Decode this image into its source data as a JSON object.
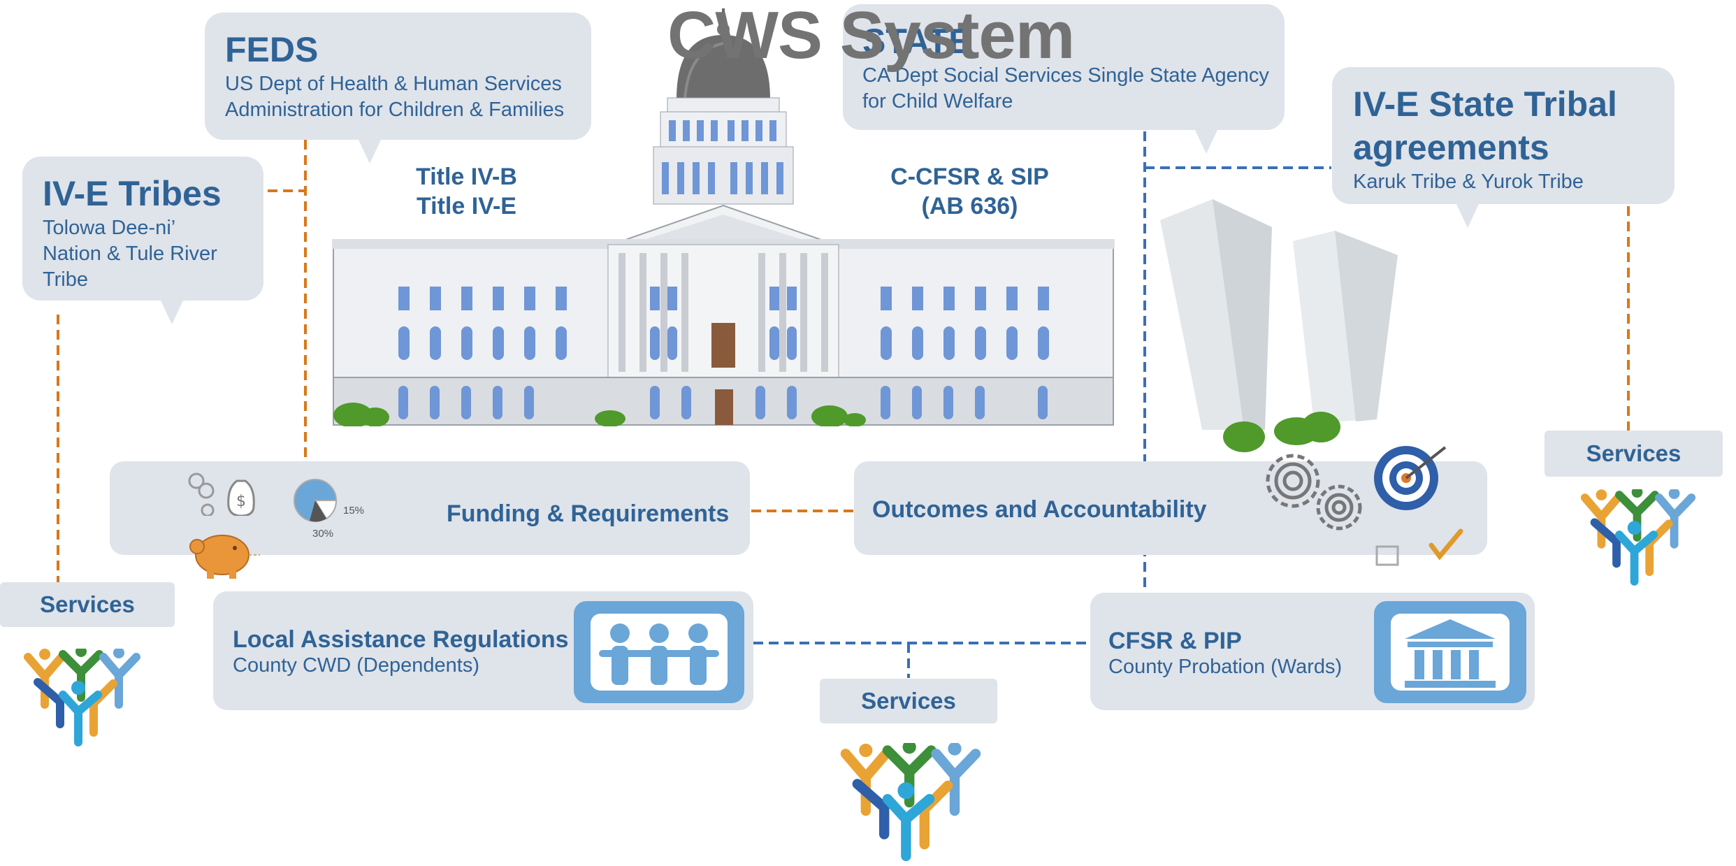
{
  "title": "CWS System",
  "feds": {
    "heading": "FEDS",
    "line1": "US Dept of Health & Human Services",
    "line2": "Administration for Children & Families"
  },
  "state": {
    "heading": "STATE",
    "line1": "CA Dept Social Services Single State Agency",
    "line2": "for Child Welfare"
  },
  "tribes": {
    "heading": "IV-E Tribes",
    "line1": "Tolowa Dee-ni’",
    "line2": "Nation & Tule River",
    "line3": "Tribe"
  },
  "tribal_agreements": {
    "heading1": "IV-E State Tribal",
    "heading2": "agreements",
    "line1": "Karuk Tribe & Yurok Tribe"
  },
  "titles": {
    "line1": "Title IV-B",
    "line2": "Title IV-E"
  },
  "ccfsr": {
    "line1": "C-CFSR & SIP",
    "line2": "(AB 636)"
  },
  "funding": {
    "label": "Funding & Requirements",
    "pie_label_1": "15%",
    "pie_label_2": "30%"
  },
  "outcomes": {
    "label": "Outcomes and Accountability"
  },
  "local": {
    "heading": "Local Assistance Regulations",
    "sub": "County CWD (Dependents)"
  },
  "cfsr": {
    "heading": "CFSR & PIP",
    "sub": "County Probation (Wards)"
  },
  "services": {
    "left": "Services",
    "center": "Services",
    "right": "Services"
  },
  "colors": {
    "accent_blue": "#2f6396",
    "panel_gray": "#dfe3ea",
    "orange_dash": "#d9781a",
    "blue_dash": "#3a6fb5",
    "icon_blue": "#6aa6d8"
  },
  "icons": [
    "capitol-building-icon",
    "office-towers-icon",
    "money-bag-icon",
    "piggy-bank-icon",
    "pie-chart-icon",
    "gears-icon",
    "target-icon",
    "checkmark-icon",
    "family-group-icon",
    "courthouse-icon",
    "people-group-icon"
  ]
}
